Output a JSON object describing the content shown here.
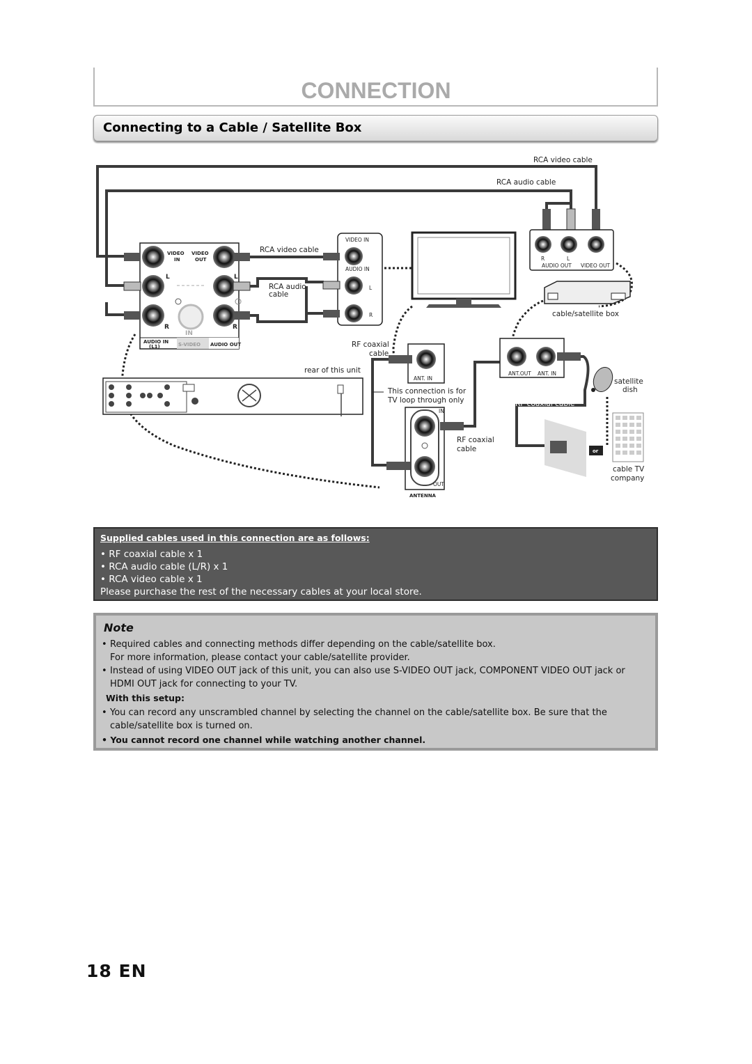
{
  "header": {
    "title": "CONNECTION"
  },
  "section": {
    "title": "Connecting to a Cable / Satellite Box"
  },
  "diagram": {
    "rca_video_cable_top": "RCA video cable",
    "rca_audio_cable_top": "RCA audio  cable",
    "rca_video_cable_mid": "RCA video cable",
    "rca_audio_cable_mid": "RCA audio",
    "rca_audio_cable_mid2": "cable",
    "video_in": "VIDEO IN",
    "audio_in": "AUDIO IN",
    "tv_l": "L",
    "tv_r": "R",
    "panel_video_in": "VIDEO",
    "panel_in": "IN",
    "panel_video_out": "VIDEO",
    "panel_out": "OUT",
    "panel_l_left": "L",
    "panel_l_right": "L",
    "panel_r_left": "R",
    "panel_r_right": "R",
    "panel_in_center": "IN",
    "panel_audio_in": "AUDIO IN",
    "panel_l1": "(L1)",
    "panel_svideo": "S-VIDEO",
    "panel_audio_out": "AUDIO OUT",
    "rf_coaxial_cable_1": "RF coaxial",
    "rf_coaxial_cable_1b": "cable",
    "rear_of_unit": "rear of this unit",
    "ant_in": "ANT. IN",
    "loop_note_1": "This connection is for",
    "loop_note_2": "TV loop through only",
    "antenna_in": "IN",
    "antenna_out": "OUT",
    "antenna_label": "ANTENNA",
    "rf_coaxial_cable_2": "RF coaxial",
    "rf_coaxial_cable_2b": "cable",
    "box_r": "R",
    "box_l": "L",
    "box_audio_out": "AUDIO OUT",
    "box_video_out": "VIDEO OUT",
    "cable_satellite_box": "cable/satellite box",
    "box_ant_out": "ANT.OUT",
    "box_ant_in": "ANT. IN",
    "rf_coaxial_cable_3": "RF coaxial cable",
    "satellite_dish_1": "satellite",
    "satellite_dish_2": "dish",
    "or_label": "or",
    "cable_tv_1": "cable TV",
    "cable_tv_2": "company"
  },
  "cables": {
    "heading": "Supplied cables used in this connection are as follows:",
    "items": [
      "• RF coaxial cable x 1",
      "• RCA audio cable (L/R) x 1",
      "• RCA video cable x 1"
    ],
    "footer": "Please purchase the rest of the necessary cables at your local store."
  },
  "note": {
    "title": "Note",
    "items": [
      {
        "bullet": "•",
        "line1": "Required cables and connecting methods differ depending on the cable/satellite box.",
        "line2": "For more information, please contact your cable/satellite provider."
      },
      {
        "bullet": "•",
        "line1": "Instead of using VIDEO OUT jack of this unit, you can also use S-VIDEO OUT jack, COMPONENT VIDEO OUT jack or",
        "line2": "HDMI OUT jack for connecting to your TV."
      }
    ],
    "subheading": "With this setup:",
    "setup_items": [
      {
        "bullet": "•",
        "line1": "You can record any unscrambled channel by selecting the channel on the cable/satellite box. Be sure that the",
        "line2": "cable/satellite box is turned on."
      }
    ],
    "bold_item": "• You cannot record one channel while watching another channel."
  },
  "page": {
    "number": "18  EN"
  }
}
